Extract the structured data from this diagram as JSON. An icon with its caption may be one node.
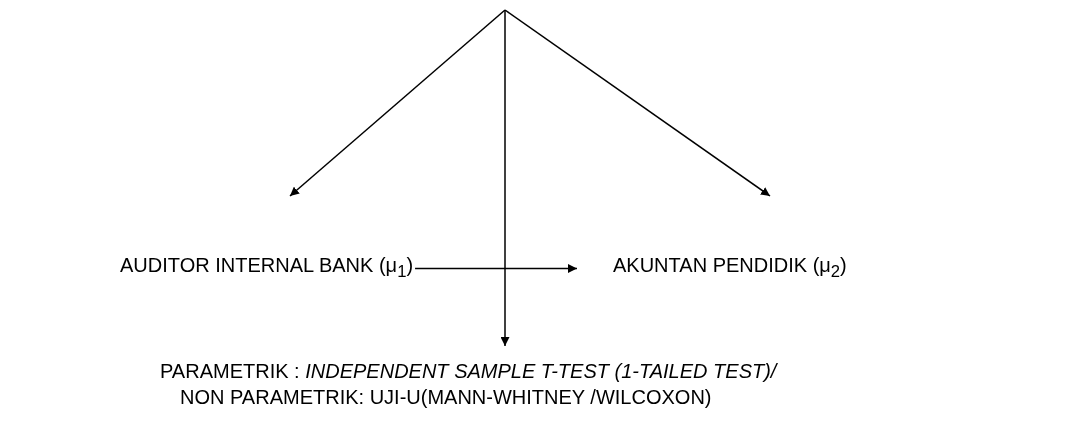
{
  "diagram": {
    "nodes": [
      {
        "text": [
          "AUDITOR INTERNAL BANK (μ$_{1}$)"
        ]
      },
      {
        "text": [
          "AKUNTAN PENDIDIK (μ$_{2}$)"
        ]
      },
      {
        "text": [
          "PARAMETRIK : *INDEPENDENT SAMPLE T-TEST (1-TAILED TEST)/*",
          "NON PARAMETRIK: UJI-U(MANN-WHITNEY /WILCOXON)"
        ]
      }
    ],
    "edges": [
      {
        "from": null,
        "to": 0,
        "arrow": "to"
      },
      {
        "from": null,
        "to": 1,
        "arrow": "to"
      },
      {
        "from": null,
        "to": 2,
        "arrow": "to"
      },
      {
        "from": 0,
        "to": 1,
        "arrow": "to"
      }
    ]
  }
}
